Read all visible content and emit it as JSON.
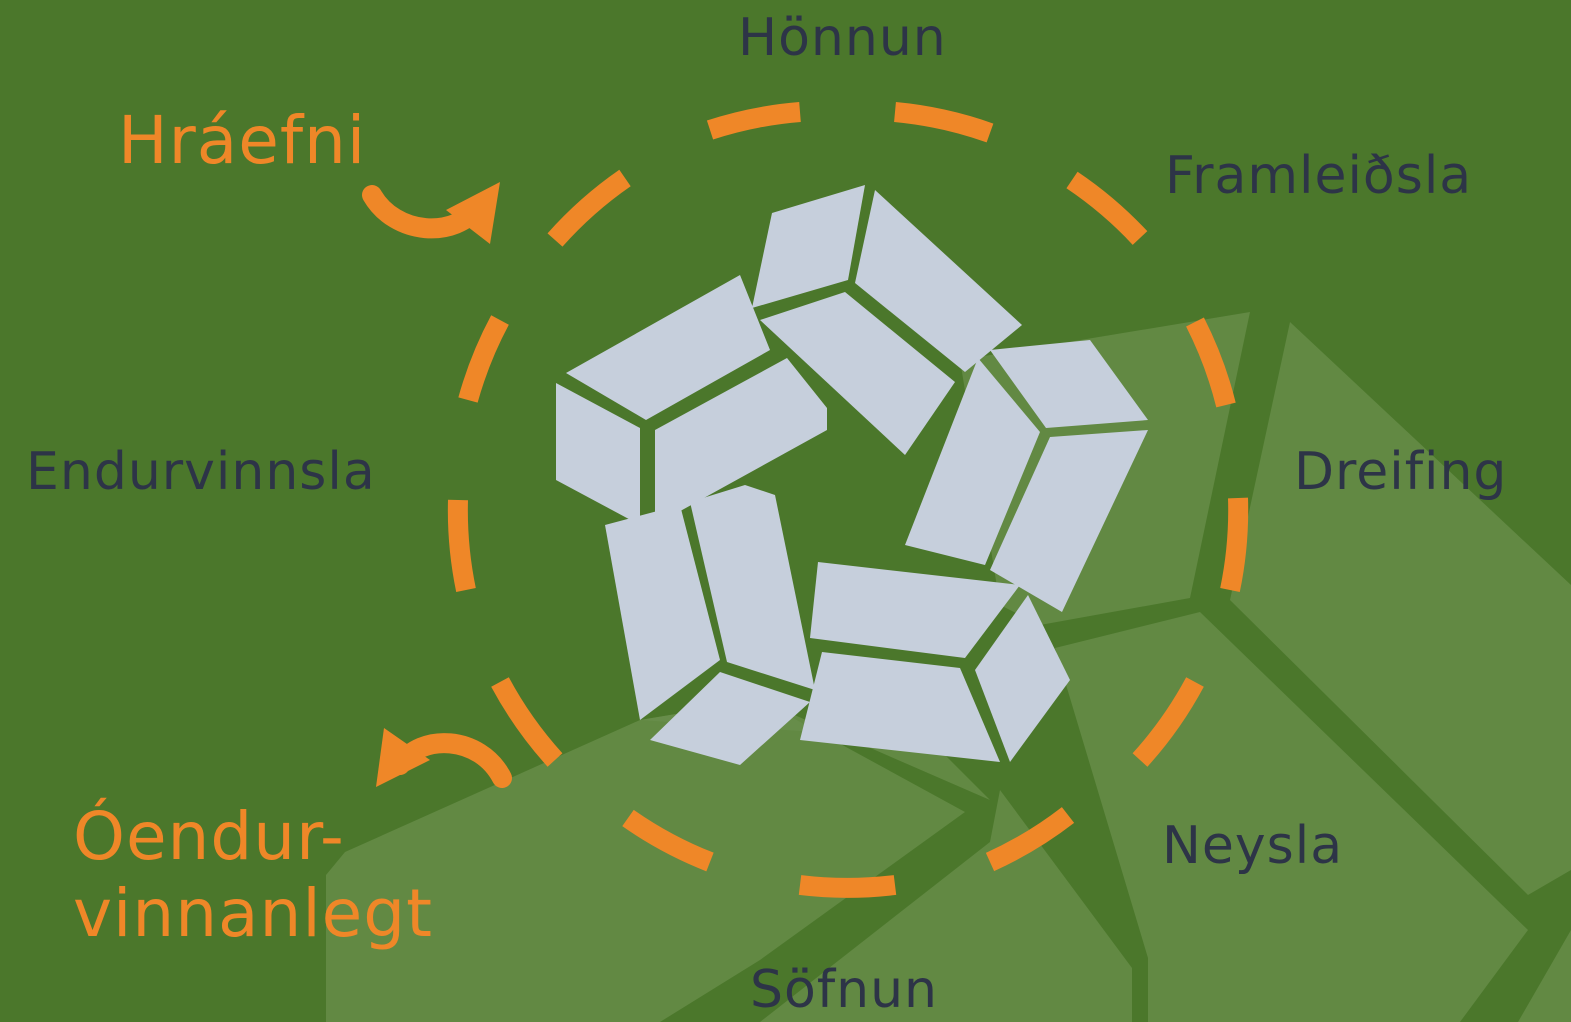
{
  "diagram": {
    "stages": [
      {
        "id": "honnun",
        "label": "Hönnun"
      },
      {
        "id": "framleidsla",
        "label": "Framleiðsla"
      },
      {
        "id": "dreifing",
        "label": "Dreifing"
      },
      {
        "id": "neysla",
        "label": "Neysla"
      },
      {
        "id": "sofnun",
        "label": "Söfnun"
      },
      {
        "id": "endurvinnsla",
        "label": "Endurvinnsla"
      }
    ],
    "input_label": "Hráefni",
    "output_label_line1": "Óendur-",
    "output_label_line2": "vinnanlegt"
  },
  "colors": {
    "background": "#4b772b",
    "accent": "#ef8728",
    "text": "#2d3447",
    "blocks": "#c6cfdc",
    "floor": "#6a8f4c"
  }
}
